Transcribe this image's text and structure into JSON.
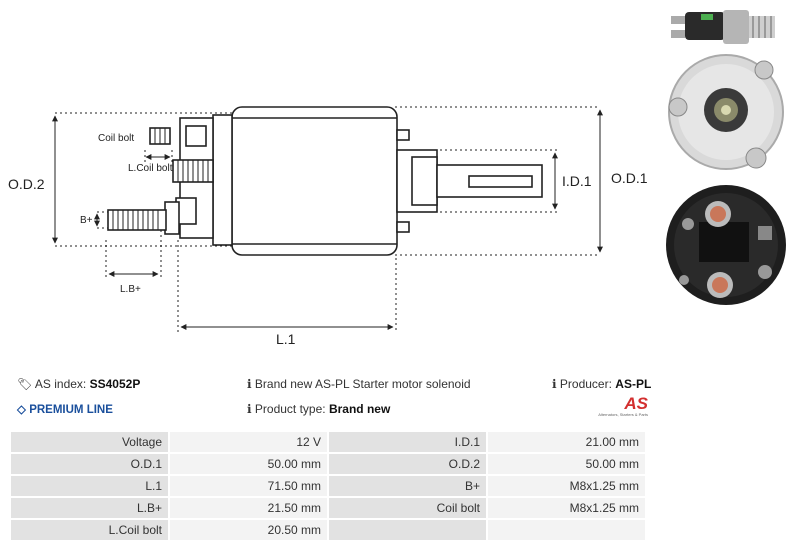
{
  "drawing": {
    "labels": {
      "od2": "O.D.2",
      "od1": "O.D.1",
      "id1": "I.D.1",
      "l1": "L.1",
      "lb": "L.B+",
      "bplus": "B+",
      "coil_bolt": "Coil bolt",
      "lcoil_bolt": "L.Coil bolt"
    }
  },
  "info": {
    "as_index_label": "AS index:",
    "as_index_value": "SS4052P",
    "description": "Brand new AS-PL Starter motor solenoid",
    "producer_label": "Producer:",
    "producer_value": "AS-PL",
    "premium_line": "PREMIUM LINE",
    "product_type_label": "Product type:",
    "product_type_value": "Brand new",
    "logo_text": "AS",
    "logo_tagline": "Alternators, Starters & Parts"
  },
  "specs": {
    "rows": [
      {
        "l1": "Voltage",
        "v1": "12 V",
        "l2": "I.D.1",
        "v2": "21.00 mm"
      },
      {
        "l1": "O.D.1",
        "v1": "50.00 mm",
        "l2": "O.D.2",
        "v2": "50.00 mm"
      },
      {
        "l1": "L.1",
        "v1": "71.50 mm",
        "l2": "B+",
        "v2": "M8x1.25 mm"
      },
      {
        "l1": "L.B+",
        "v1": "21.50 mm",
        "l2": "Coil bolt",
        "v2": "M8x1.25 mm"
      },
      {
        "l1": "L.Coil bolt",
        "v1": "20.50 mm",
        "l2": "",
        "v2": ""
      }
    ]
  }
}
